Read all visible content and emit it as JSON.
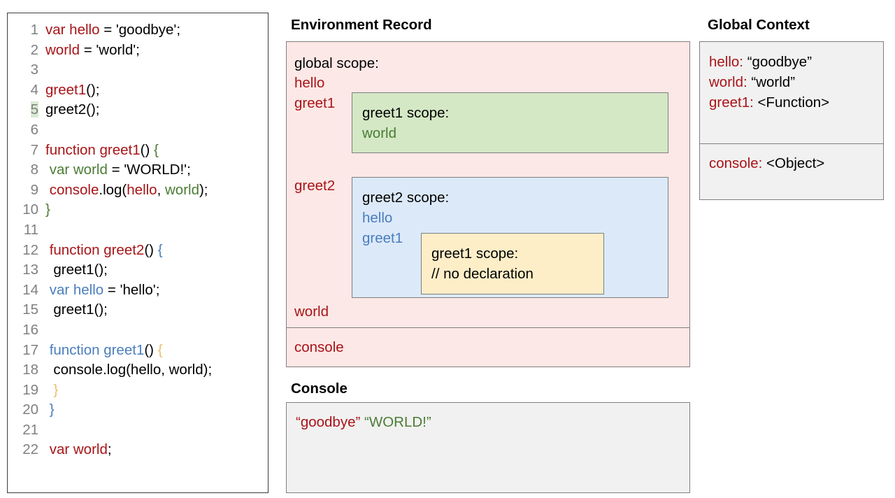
{
  "code_panel": {
    "lines": [
      {
        "number": "1",
        "highlight": false,
        "tokens": [
          {
            "t": "var hello",
            "c": "red"
          },
          {
            "t": " = 'goodbye';",
            "c": "black"
          }
        ]
      },
      {
        "number": "2",
        "highlight": false,
        "tokens": [
          {
            "t": "world",
            "c": "red"
          },
          {
            "t": " = 'world';",
            "c": "black"
          }
        ]
      },
      {
        "number": "3",
        "highlight": false,
        "tokens": []
      },
      {
        "number": "4",
        "highlight": false,
        "tokens": [
          {
            "t": "greet1",
            "c": "red"
          },
          {
            "t": "();",
            "c": "black"
          }
        ]
      },
      {
        "number": "5",
        "highlight": true,
        "tokens": [
          {
            "t": "greet2();",
            "c": "black"
          }
        ]
      },
      {
        "number": "6",
        "highlight": false,
        "tokens": []
      },
      {
        "number": "7",
        "highlight": false,
        "tokens": [
          {
            "t": "function greet1",
            "c": "red"
          },
          {
            "t": "() ",
            "c": "black"
          },
          {
            "t": "{",
            "c": "green"
          }
        ]
      },
      {
        "number": "8",
        "highlight": false,
        "tokens": [
          {
            "t": " ",
            "c": "black"
          },
          {
            "t": "var world",
            "c": "green"
          },
          {
            "t": " = 'WORLD!';",
            "c": "black"
          }
        ]
      },
      {
        "number": "9",
        "highlight": false,
        "tokens": [
          {
            "t": " ",
            "c": "black"
          },
          {
            "t": "console",
            "c": "red"
          },
          {
            "t": ".log(",
            "c": "black"
          },
          {
            "t": "hello",
            "c": "red"
          },
          {
            "t": ", ",
            "c": "black"
          },
          {
            "t": "world",
            "c": "green"
          },
          {
            "t": ");",
            "c": "black"
          }
        ]
      },
      {
        "number": "10",
        "highlight": false,
        "tokens": [
          {
            "t": "}",
            "c": "green"
          }
        ]
      },
      {
        "number": "11",
        "highlight": false,
        "tokens": []
      },
      {
        "number": "12",
        "highlight": false,
        "tokens": [
          {
            "t": " ",
            "c": "black"
          },
          {
            "t": "function greet2",
            "c": "red"
          },
          {
            "t": "() ",
            "c": "black"
          },
          {
            "t": "{",
            "c": "blue"
          }
        ]
      },
      {
        "number": "13",
        "highlight": false,
        "tokens": [
          {
            "t": "  greet1();",
            "c": "black"
          }
        ]
      },
      {
        "number": "14",
        "highlight": false,
        "tokens": [
          {
            "t": " ",
            "c": "black"
          },
          {
            "t": "var hello",
            "c": "blue"
          },
          {
            "t": " = 'hello';",
            "c": "black"
          }
        ]
      },
      {
        "number": "15",
        "highlight": false,
        "tokens": [
          {
            "t": "  greet1();",
            "c": "black"
          }
        ]
      },
      {
        "number": "16",
        "highlight": false,
        "tokens": []
      },
      {
        "number": "17",
        "highlight": false,
        "tokens": [
          {
            "t": " ",
            "c": "black"
          },
          {
            "t": "function greet1",
            "c": "blue"
          },
          {
            "t": "() ",
            "c": "black"
          },
          {
            "t": "{",
            "c": "gold"
          }
        ]
      },
      {
        "number": "18",
        "highlight": false,
        "tokens": [
          {
            "t": "  console.log(hello, world);",
            "c": "black"
          }
        ]
      },
      {
        "number": "19",
        "highlight": false,
        "tokens": [
          {
            "t": "  ",
            "c": "black"
          },
          {
            "t": "}",
            "c": "gold"
          }
        ]
      },
      {
        "number": "20",
        "highlight": false,
        "tokens": [
          {
            "t": " ",
            "c": "black"
          },
          {
            "t": "}",
            "c": "blue"
          }
        ]
      },
      {
        "number": "21",
        "highlight": false,
        "tokens": []
      },
      {
        "number": "22",
        "highlight": false,
        "tokens": [
          {
            "t": " ",
            "c": "black"
          },
          {
            "t": "var world",
            "c": "red"
          },
          {
            "t": ";",
            "c": "black"
          }
        ]
      }
    ]
  },
  "environment_record": {
    "title": "Environment Record",
    "global_scope_heading": "global scope:",
    "bindings": [
      "hello",
      "greet1",
      "greet2",
      "world"
    ],
    "console_binding": "console",
    "greet1_scope": {
      "heading": "greet1 scope:",
      "vars": [
        "world"
      ]
    },
    "greet2_scope": {
      "heading": "greet2 scope:",
      "vars": [
        "hello",
        "greet1"
      ],
      "nested_greet1_scope": {
        "heading": "greet1 scope:",
        "note": "// no declaration"
      }
    }
  },
  "global_context": {
    "title": "Global Context",
    "rows": [
      {
        "key": "hello:",
        "value": " “goodbye”"
      },
      {
        "key": "world:",
        "value": " “world”"
      },
      {
        "key": "greet1:",
        "value": " <Function>"
      }
    ],
    "console_row": {
      "key": "console:",
      "value": " <Object>"
    }
  },
  "console": {
    "title": "Console",
    "output": [
      {
        "text": "“goodbye”",
        "color": "red"
      },
      {
        "text": " ",
        "color": "black"
      },
      {
        "text": "“WORLD!”",
        "color": "green"
      }
    ]
  },
  "colors": {
    "red": "#a81418",
    "green": "#4b7c35",
    "blue": "#4a7ebd",
    "gold": "#e8c170",
    "env_record_bg": "#fce8e6",
    "greet1_scope_bg": "#d4e8c5",
    "greet2_scope_bg": "#dce9f9",
    "nested_scope_bg": "#fdeec8",
    "panel_bg": "#f1f1f1",
    "border": "#7f7f7f",
    "line_highlight": "#d9ead3"
  }
}
